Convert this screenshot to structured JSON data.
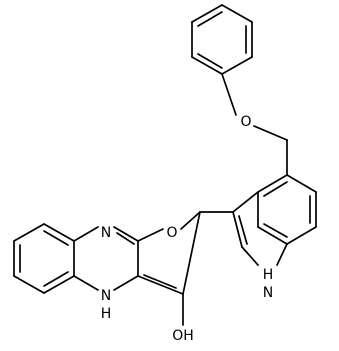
{
  "diagram": {
    "type": "chemical-structure",
    "line_color": "#000000",
    "background": "#ffffff",
    "atom_labels": {
      "ether_oxygen": "O",
      "furan_oxygen": "O",
      "quinoxaline_n_top": "N",
      "quinoxaline_nh": "N",
      "quinoxaline_nh_h": "H",
      "indole_nh": "N",
      "indole_nh_h": "H",
      "hydroxyl": "OH"
    }
  }
}
